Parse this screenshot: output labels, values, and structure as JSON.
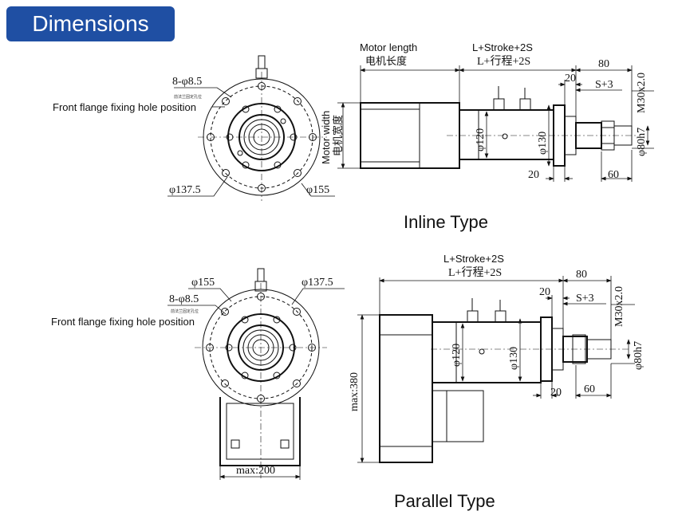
{
  "header": {
    "title": "Dimensions"
  },
  "inline": {
    "caption": "Inline Type",
    "hole_spec": "8-φ8.5",
    "hole_note_cn": "前法兰固定孔位",
    "hole_note_en": "Front flange fixing hole position",
    "d_pcd": "φ137.5",
    "d_flange": "φ155",
    "motor_length_en": "Motor length",
    "motor_length_cn": "电机长度",
    "motor_width_en": "Motor width",
    "motor_width_cn": "电机宽度",
    "stroke_en": "L+Stroke+2S",
    "stroke_cn": "L+行程+2S",
    "dim_80": "80",
    "dim_20_top": "20",
    "dim_s3": "S+3",
    "thread": "M30x2.0",
    "d_rod": "φ80h7",
    "d_120": "φ120",
    "d_130": "φ130",
    "dim_20_bottom": "20",
    "dim_60": "60"
  },
  "parallel": {
    "caption": "Parallel Type",
    "d_flange": "φ155",
    "d_pcd": "φ137.5",
    "hole_spec": "8-φ8.5",
    "hole_note_cn": "前法兰固定孔位",
    "hole_note_en": "Front flange fixing hole position",
    "max_width": "max:200",
    "max_height": "max:380",
    "stroke_en": "L+Stroke+2S",
    "stroke_cn": "L+行程+2S",
    "dim_80": "80",
    "dim_20_top": "20",
    "dim_s3": "S+3",
    "thread": "M30x2.0",
    "d_rod": "φ80h7",
    "d_120": "φ120",
    "d_130": "φ130",
    "dim_20_bottom": "20",
    "dim_60": "60"
  }
}
